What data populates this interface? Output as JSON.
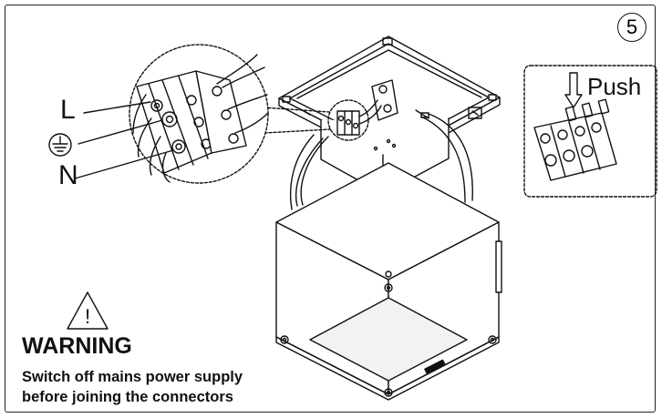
{
  "step_number": "5",
  "wire_labels": {
    "live": "L",
    "neutral": "N",
    "earth_symbol": "earth-ground-symbol"
  },
  "push_label": "Push",
  "warning": {
    "icon": "warning-triangle-icon",
    "title": "WARNING",
    "line1": "Switch off mains power supply",
    "line2": "before joining the connectors"
  },
  "colors": {
    "line": "#111111",
    "background": "#ffffff",
    "lens": "#f2f2f2"
  }
}
